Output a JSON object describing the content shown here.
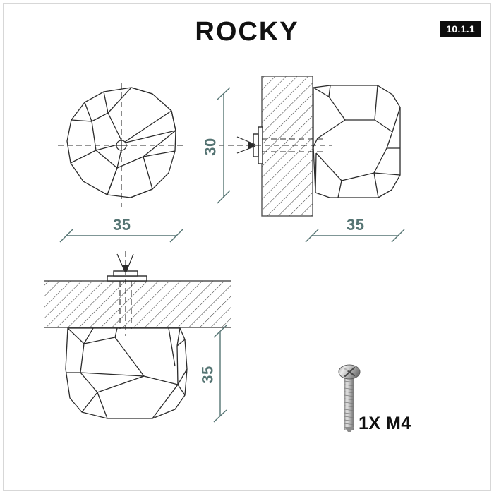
{
  "sheet": {
    "title": "ROCKY",
    "page_badge": "10.1.1",
    "drawing_type": "installation-assembly-drawing"
  },
  "colors": {
    "line": "#2b2b2b",
    "dimension": "#557473",
    "hatch": "#3a3a3a",
    "badge_bg": "#0d0d0d",
    "badge_text": "#ffffff",
    "frame": "#d7d7d7",
    "background": "#ffffff"
  },
  "views": {
    "front": {
      "name": "front-elevation",
      "label": "",
      "dimension_width": "35"
    },
    "side": {
      "name": "wall-mounted-section",
      "label": "",
      "dimension_height": "30",
      "dimension_depth": "35"
    },
    "bottom": {
      "name": "underside-panel-mounted-section",
      "label": "",
      "dimension_drop": "35"
    }
  },
  "dimensions": {
    "front_width": "35",
    "side_height": "30",
    "side_depth": "35",
    "bottom_drop": "35"
  },
  "hardware": {
    "quantity_label": "1X M4",
    "item": "machine-screw",
    "head_type": "phillips-pan-head",
    "thread": "M4",
    "count": "1X"
  }
}
